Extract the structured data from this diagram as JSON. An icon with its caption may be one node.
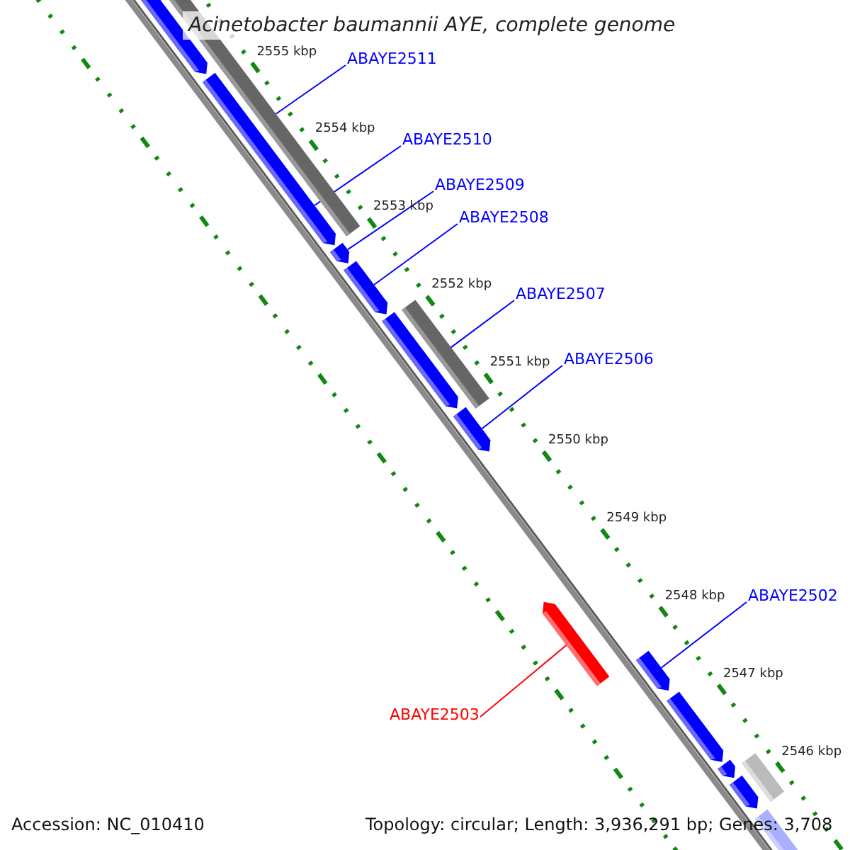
{
  "diagram": {
    "title": "Acinetobacter baumannii AYE, complete genome",
    "nodes": [
      {
        "text": [
          "ABAYE2511"
        ]
      },
      {
        "text": [
          "ABAYE2510"
        ]
      },
      {
        "text": [
          "ABAYE2509"
        ]
      },
      {
        "text": [
          "ABAYE2508"
        ]
      },
      {
        "text": [
          "ABAYE2507"
        ]
      },
      {
        "text": [
          "ABAYE2506"
        ]
      },
      {
        "text": [
          "ABAYE2502"
        ]
      },
      {
        "text": [
          "ABAYE2503"
        ]
      },
      {
        "text": [],
        "shape": "bar"
      },
      {
        "text": [],
        "shape": "bar"
      },
      {
        "text": [],
        "shape": "bar"
      },
      {
        "text": [],
        "shape": "bar"
      },
      {
        "text": [],
        "shape": "bar"
      },
      {
        "text": [],
        "shape": "bar"
      },
      {
        "text": [],
        "shape": "bar"
      },
      {
        "text": [],
        "shape": "bar"
      },
      {
        "text": [],
        "shape": "bar"
      },
      {
        "text": [],
        "shape": "bar"
      },
      {
        "text": [],
        "shape": "bar"
      },
      {
        "text": [],
        "shape": "bar"
      },
      {
        "text": [],
        "shape": "bar"
      },
      {
        "text": [],
        "shape": "bar"
      },
      {
        "text": [],
        "shape": "bar"
      }
    ],
    "edges": [
      {
        "from": 0,
        "to": 9,
        "arrow": "none"
      },
      {
        "from": 1,
        "to": 10,
        "arrow": "none"
      },
      {
        "from": 2,
        "to": 11,
        "arrow": "none"
      },
      {
        "from": 3,
        "to": 12,
        "arrow": "none"
      },
      {
        "from": 4,
        "to": 14,
        "arrow": "none"
      },
      {
        "from": 5,
        "to": 15,
        "arrow": "none"
      },
      {
        "from": 6,
        "to": 17,
        "arrow": "none"
      },
      {
        "from": 7,
        "to": 16,
        "arrow": "none",
        "color": "#ff0000"
      }
    ],
    "labels": [
      "2555 kbp",
      "2554 kbp",
      "2553 kbp",
      "2552 kbp",
      "2551 kbp",
      "2550 kbp",
      "2549 kbp",
      "2548 kbp",
      "2547 kbp",
      "2546 kbp",
      "Accession: NC_010410",
      "Topology: circular; Length: 3,936,291 bp; Genes: 3,708"
    ]
  }
}
